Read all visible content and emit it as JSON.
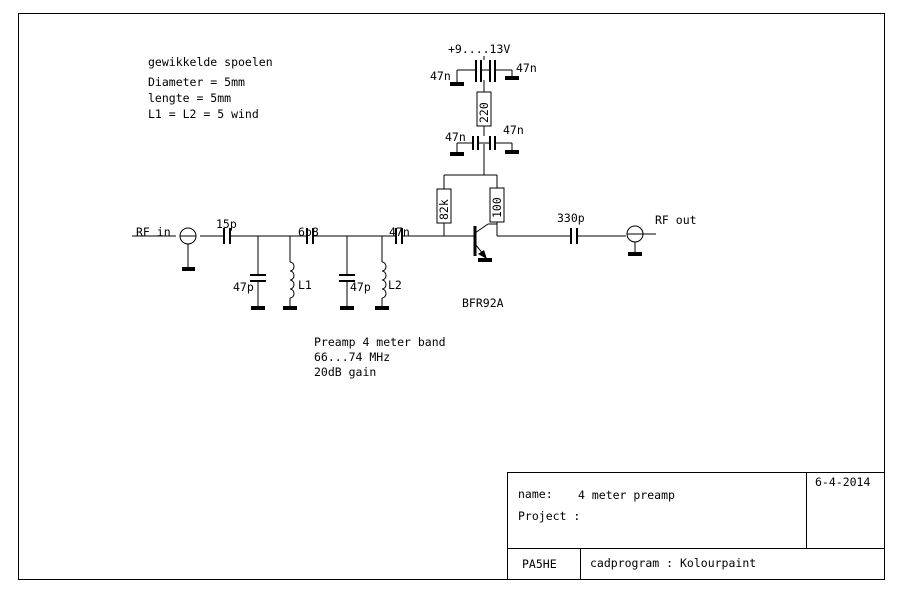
{
  "notes": {
    "coil_title": "gewikkelde spoelen",
    "coil_diameter": "Diameter = 5mm",
    "coil_length": "lengte = 5mm",
    "coil_turns": "L1 = L2 = 5 wind",
    "description_line1": "Preamp 4 meter band",
    "description_line2": "66...74 MHz",
    "description_line3": "20dB gain"
  },
  "labels": {
    "supply": "+9....13V",
    "rf_in": "RF in",
    "rf_out": "RF out",
    "c_in": "15p",
    "c_shunt1": "47p",
    "l1": "L1",
    "c_series": "6p8",
    "c_shunt2": "47p",
    "l2": "L2",
    "c_base": "47n",
    "c_out": "330p",
    "transistor": "BFR92A",
    "r_base": "82k",
    "r_collector": "100",
    "r_supply": "220",
    "c_dec_top_left": "47n",
    "c_dec_top_right": "47n",
    "c_dec_bottom_left": "47n",
    "c_dec_bottom_right": "47n"
  },
  "title_block": {
    "name_label": "name:",
    "name_value": "4 meter preamp",
    "project_label": "Project :",
    "project_value": "",
    "date": "6-4-2014",
    "author": "PA5HE",
    "program": "cadprogram : Kolourpaint"
  }
}
